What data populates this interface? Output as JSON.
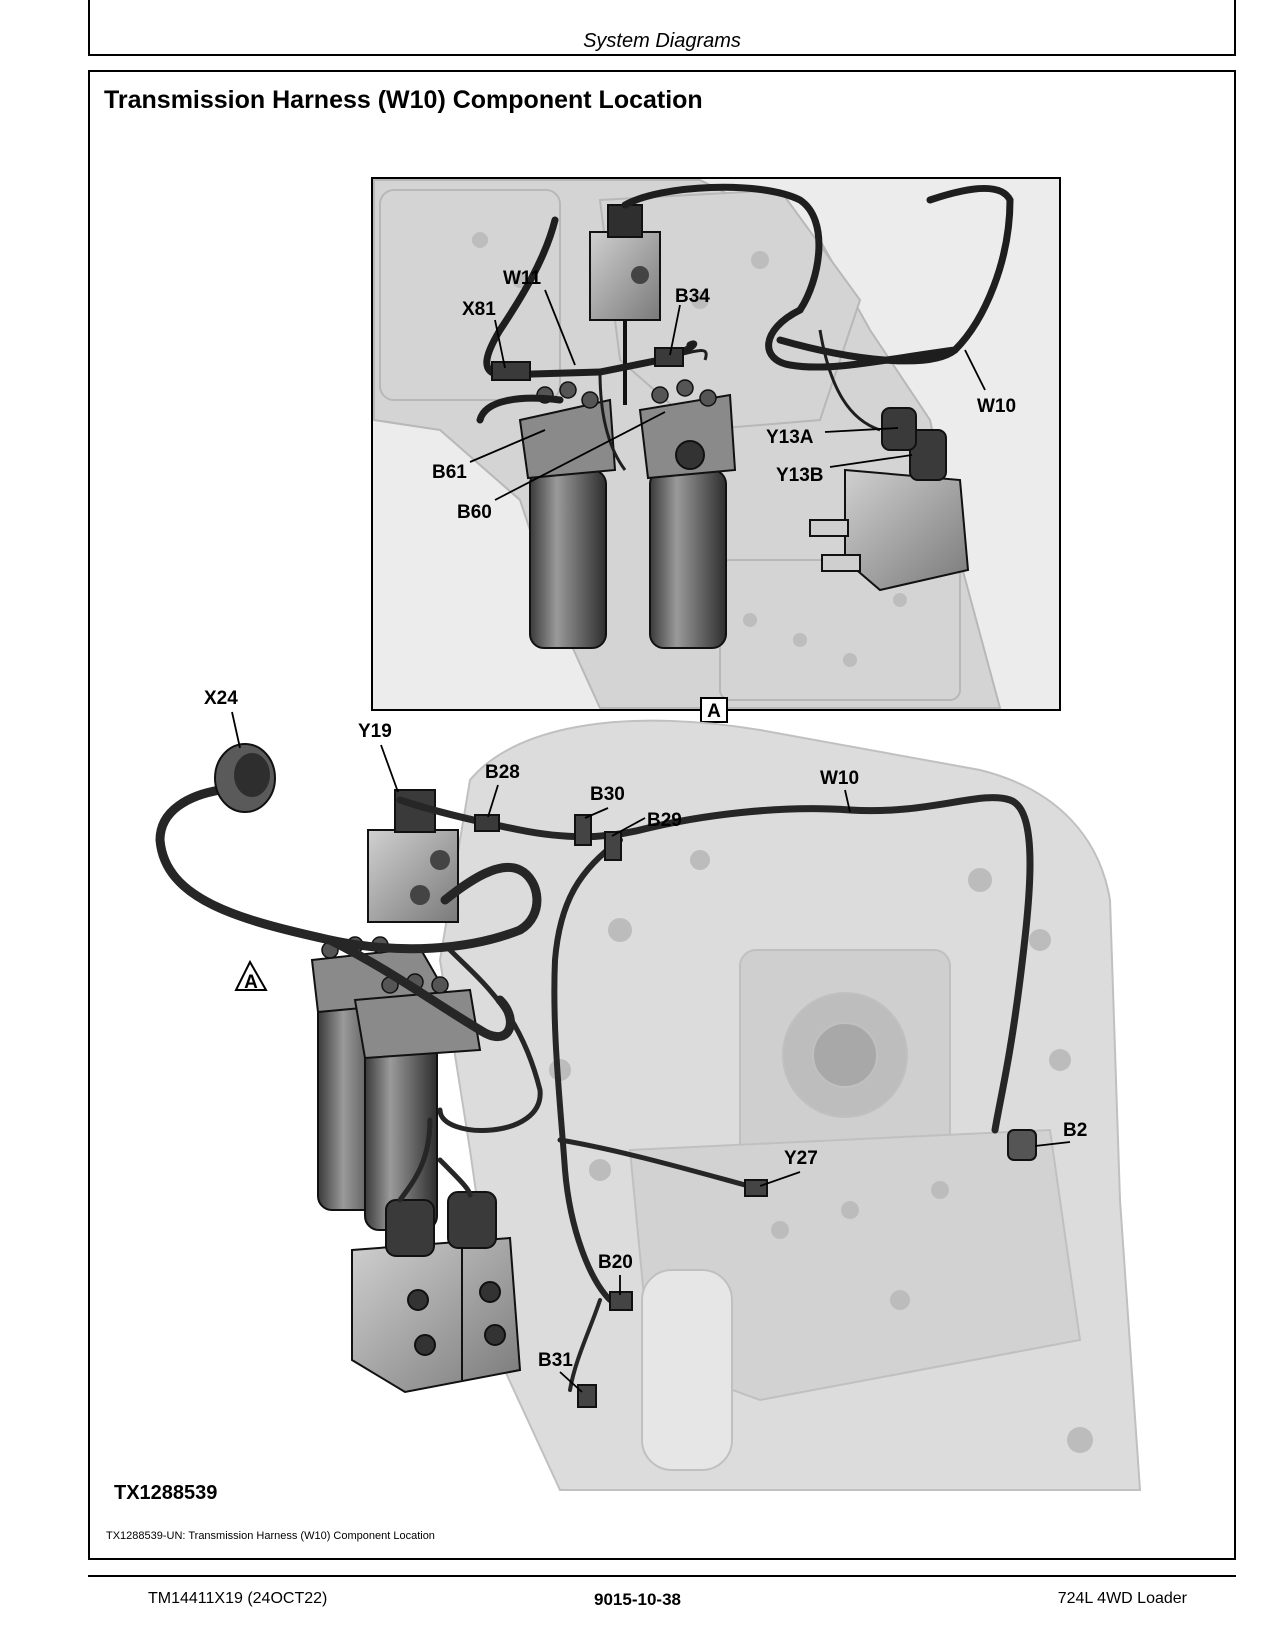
{
  "header": {
    "section_title": "System Diagrams"
  },
  "page": {
    "heading": "Transmission Harness (W10) Component Location"
  },
  "diagram": {
    "figure_id": "TX1288539",
    "caption": "TX1288539-UN: Transmission Harness (W10) Component Location",
    "detail_view_label": "A",
    "view_marker_label": "A",
    "detail_labels": {
      "w11": "W11",
      "x81": "X81",
      "b34": "B34",
      "w10": "W10",
      "y13a": "Y13A",
      "y13b": "Y13B",
      "b61": "B61",
      "b60": "B60"
    },
    "main_labels": {
      "x24": "X24",
      "y19": "Y19",
      "b28": "B28",
      "b30": "B30",
      "b29": "B29",
      "w10": "W10",
      "b2": "B2",
      "y27": "Y27",
      "b20": "B20",
      "b31": "B31"
    }
  },
  "footer": {
    "doc_number": "TM14411X19 (24OCT22)",
    "page_number": "9015-10-38",
    "product": "724L 4WD Loader"
  }
}
